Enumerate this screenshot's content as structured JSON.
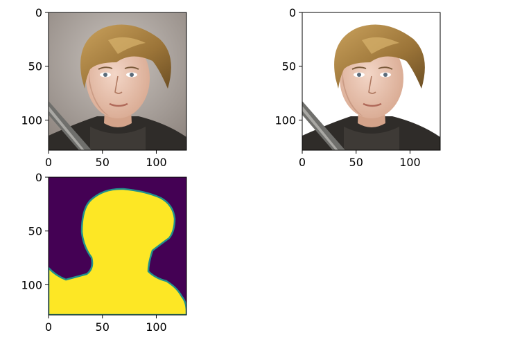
{
  "chart_data": [
    {
      "type": "heatmap",
      "content": "photo",
      "x_ticks": [
        "0",
        "50",
        "100"
      ],
      "y_ticks": [
        "0",
        "50",
        "100"
      ],
      "xlim": [
        0,
        128
      ],
      "ylim": [
        128,
        0
      ],
      "background": "#9a918b"
    },
    {
      "type": "heatmap",
      "content": "photo-background-removed",
      "x_ticks": [
        "0",
        "50",
        "100"
      ],
      "y_ticks": [
        "0",
        "50",
        "100"
      ],
      "xlim": [
        0,
        128
      ],
      "ylim": [
        128,
        0
      ],
      "background": "#ffffff"
    },
    {
      "type": "heatmap",
      "content": "segmentation-mask",
      "colormap": "viridis",
      "colors": {
        "background": "#440154",
        "foreground": "#fde725",
        "edge": "#21918c"
      },
      "x_ticks": [
        "0",
        "50",
        "100"
      ],
      "y_ticks": [
        "0",
        "50",
        "100"
      ],
      "xlim": [
        0,
        128
      ],
      "ylim": [
        128,
        0
      ]
    }
  ]
}
